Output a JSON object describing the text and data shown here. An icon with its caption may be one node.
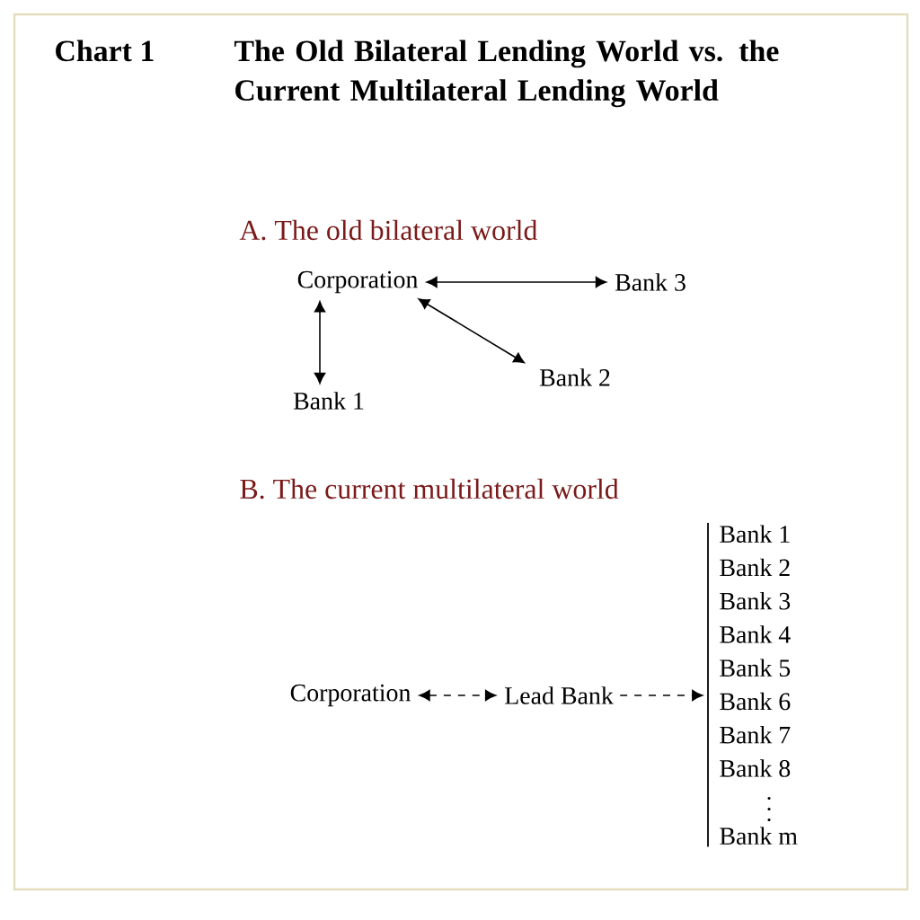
{
  "diagram": {
    "title": "The Old Bilateral Lending World vs. the Current Multilateral Lending World",
    "nodes": [
      {
        "text": [
          "Corporation"
        ]
      },
      {
        "text": [
          "Bank 3"
        ]
      },
      {
        "text": [
          "Bank 1"
        ]
      },
      {
        "text": [
          "Bank 2"
        ]
      },
      {
        "text": [
          "Corporation"
        ]
      },
      {
        "text": [
          "Lead Bank"
        ]
      },
      {
        "text": [
          "Bank 1",
          "Bank 2",
          "Bank 3",
          "Bank 4",
          "Bank 5",
          "Bank 6",
          "Bank 7",
          "Bank 8",
          "Bank m"
        ]
      }
    ],
    "edges": [
      {
        "from": 0,
        "to": 1,
        "arrow": "both"
      },
      {
        "from": 0,
        "to": 2,
        "arrow": "both"
      },
      {
        "from": 0,
        "to": 3,
        "arrow": "both"
      },
      {
        "from": 4,
        "to": 5,
        "arrow": "both",
        "style": "dashed"
      },
      {
        "from": 5,
        "to": 6,
        "arrow": "to",
        "style": "dashed"
      }
    ],
    "labels": [
      "Chart 1",
      "A. The old bilateral world",
      "B. The current multilateral world"
    ]
  }
}
